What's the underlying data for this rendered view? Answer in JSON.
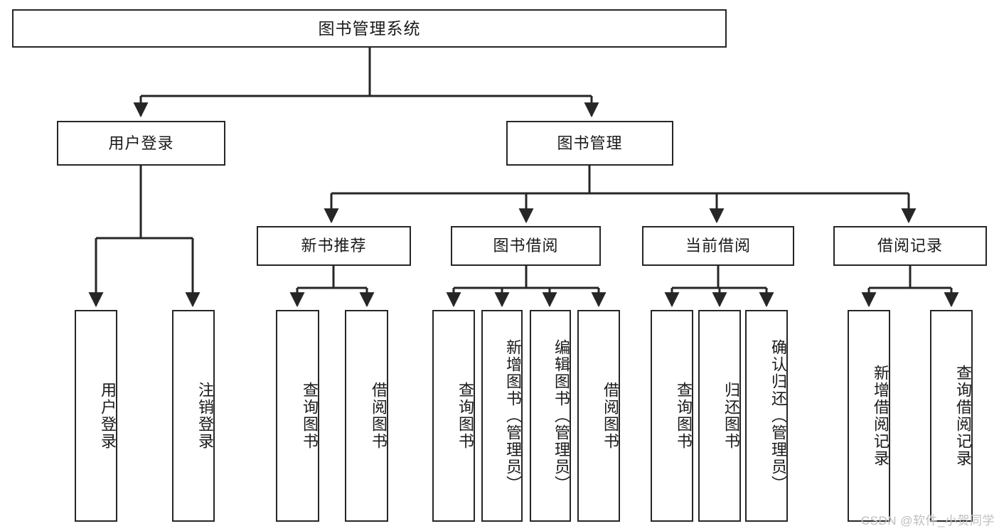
{
  "diagram": {
    "type": "tree",
    "title": "图书管理系统",
    "root": {
      "label": "图书管理系统"
    },
    "level2": [
      {
        "id": "user-login",
        "label": "用户登录"
      },
      {
        "id": "book-manage",
        "label": "图书管理"
      }
    ],
    "level3": [
      {
        "id": "new-book-rec",
        "label": "新书推荐",
        "parent": "book-manage"
      },
      {
        "id": "book-borrow",
        "label": "图书借阅",
        "parent": "book-manage"
      },
      {
        "id": "current-borrow",
        "label": "当前借阅",
        "parent": "book-manage"
      },
      {
        "id": "borrow-record",
        "label": "借阅记录",
        "parent": "book-manage"
      }
    ],
    "leaves": {
      "user_login": [
        {
          "id": "leaf-user-login",
          "label": "用户登录"
        },
        {
          "id": "leaf-logout",
          "label": "注销登录"
        }
      ],
      "new_book_rec": [
        {
          "id": "leaf-query-book-1",
          "label": "查询图书"
        },
        {
          "id": "leaf-borrow-book-1",
          "label": "借阅图书"
        }
      ],
      "book_borrow": [
        {
          "id": "leaf-query-book-2",
          "label": "查询图书"
        },
        {
          "id": "leaf-add-book",
          "label": "新增图书（管理员）"
        },
        {
          "id": "leaf-edit-book",
          "label": "编辑图书（管理员）"
        },
        {
          "id": "leaf-borrow-book-2",
          "label": "借阅图书"
        }
      ],
      "current_borrow": [
        {
          "id": "leaf-query-book-3",
          "label": "查询图书"
        },
        {
          "id": "leaf-return-book",
          "label": "归还图书"
        },
        {
          "id": "leaf-confirm-return",
          "label": "确认归还（管理员）"
        }
      ],
      "borrow_record": [
        {
          "id": "leaf-add-record",
          "label": "新增借阅记录"
        },
        {
          "id": "leaf-query-record",
          "label": "查询借阅记录"
        }
      ]
    }
  },
  "watermark": {
    "text": "CSDN @软件_小贺同学"
  },
  "colors": {
    "stroke": "#262626",
    "background": "#ffffff",
    "text": "#1a1a1a",
    "watermark": "#bfbfbf"
  }
}
